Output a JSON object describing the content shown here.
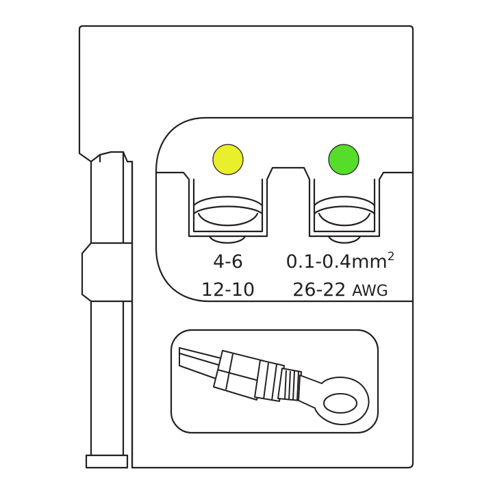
{
  "indicators": {
    "left": {
      "color": "#e9ef2a"
    },
    "right": {
      "color": "#55dd2a"
    }
  },
  "labels": {
    "left": {
      "range_mm": "4-6",
      "range_awg": "12-10"
    },
    "right": {
      "range_mm": "0.1-0.4mm",
      "range_mm_exp": "2",
      "range_awg": "26-22",
      "awg_unit": "AWG"
    }
  },
  "colors": {
    "outline": "#231f20",
    "cavity_fill": "#ececec",
    "background": "#ffffff"
  },
  "illustration": {
    "icon": "ring-terminal-crimp-icon"
  }
}
